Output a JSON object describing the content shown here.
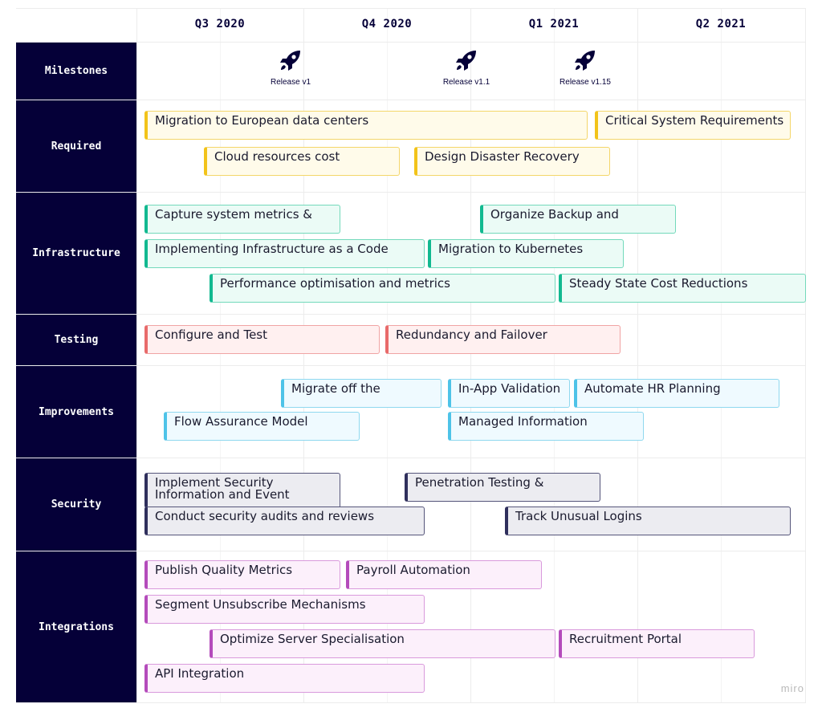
{
  "quarters": [
    "Q3 2020",
    "Q4 2020",
    "Q1 2021",
    "Q2 2021"
  ],
  "rows": {
    "milestones": "Milestones",
    "required": "Required",
    "infrastructure": "Infrastructure",
    "testing": "Testing",
    "improvements": "Improvements",
    "security": "Security",
    "integrations": "Integrations"
  },
  "milestones": [
    {
      "label": "Release v1",
      "icon": "rocket-icon"
    },
    {
      "label": "Release v1.1",
      "icon": "rocket-icon"
    },
    {
      "label": "Release v1.15",
      "icon": "rocket-icon"
    }
  ],
  "cards": {
    "required": [
      "Migration to European data centers",
      "Critical System Requirements",
      "Cloud resources cost",
      "Design Disaster Recovery"
    ],
    "infrastructure": [
      "Capture system metrics &",
      "Organize Backup and",
      "Implementing Infrastructure as a Code",
      "Migration to Kubernetes",
      "Performance optimisation and metrics",
      "Steady State Cost Reductions"
    ],
    "testing": [
      "Configure and Test",
      "Redundancy and Failover"
    ],
    "improvements": [
      "Migrate off the",
      "In-App Validation",
      "Automate HR Planning",
      "Flow Assurance Model",
      "Managed Information"
    ],
    "security": [
      "Implement Security Information and Event",
      "Penetration Testing &",
      "Conduct security audits and reviews",
      "Track Unusual Logins"
    ],
    "integrations": [
      "Publish Quality Metrics",
      "Payroll Automation",
      "Segment Unsubscribe Mechanisms",
      "Optimize Server Specialisation",
      "Recruitment Portal",
      "API Integration"
    ]
  },
  "colors": {
    "label_bg": "#050038",
    "yellow": "#f2c319",
    "green": "#12b990",
    "red": "#e86b6b",
    "blue": "#4ec3e8",
    "gray": "#2f2f5c",
    "pink": "#b44bbb"
  },
  "brand": "miro"
}
